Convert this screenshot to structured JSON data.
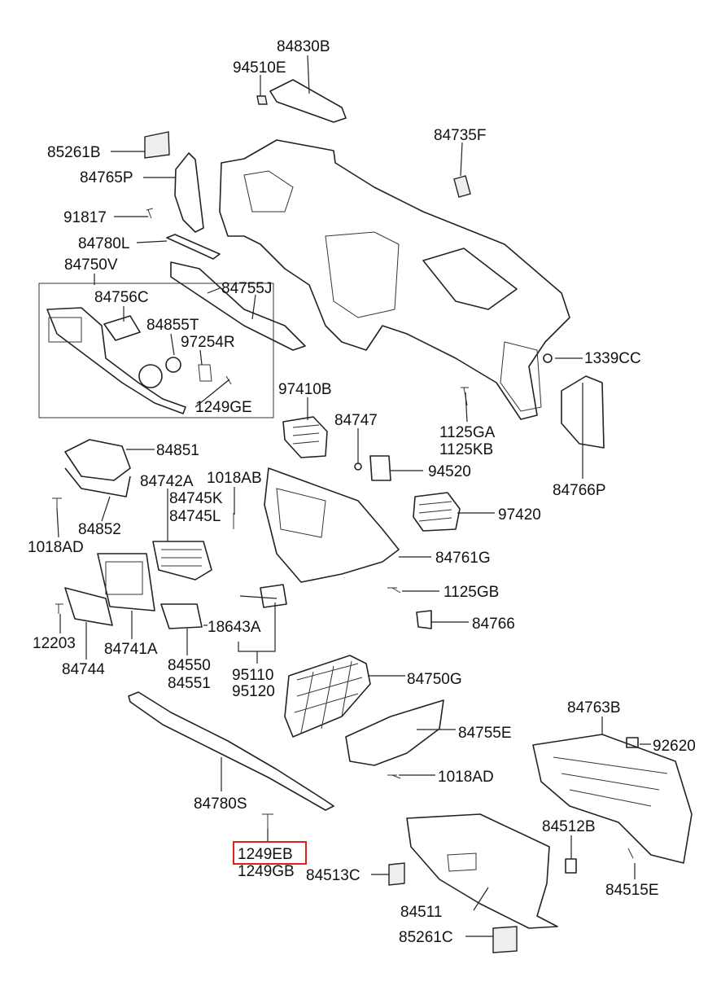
{
  "diagram": {
    "labels": {
      "p84830B": "84830B",
      "p94510E": "94510E",
      "p85261B": "85261B",
      "p84765P": "84765P",
      "p91817": "91817",
      "p84735F": "84735F",
      "p84780L": "84780L",
      "p84750V": "84750V",
      "p84756C": "84756C",
      "p84755J": "84755J",
      "p84855T": "84855T",
      "p97254R": "97254R",
      "p1249GE": "1249GE",
      "p1339CC": "1339CC",
      "p97410B": "97410B",
      "p84747": "84747",
      "p1125GA": "1125GA",
      "p1125KB": "1125KB",
      "p84766P": "84766P",
      "p84851": "84851",
      "p1018AB": "1018AB",
      "p84742A": "84742A",
      "p94520": "94520",
      "p84745K": "84745K",
      "p84745L": "84745L",
      "p97420": "97420",
      "p84852": "84852",
      "p1018AD_a": "1018AD",
      "p84761G": "84761G",
      "p1125GB": "1125GB",
      "p18643A": "18643A",
      "p84766": "84766",
      "p12203": "12203",
      "p84741A": "84741A",
      "p84744": "84744",
      "p84550": "84550",
      "p84551": "84551",
      "p95110": "95110",
      "p95120": "95120",
      "p84750G": "84750G",
      "p84763B": "84763B",
      "p84755E": "84755E",
      "p92620": "92620",
      "p1018AD_b": "1018AD",
      "p84780S": "84780S",
      "p84512B": "84512B",
      "p1249EB": "1249EB",
      "p1249GB": "1249GB",
      "p84513C": "84513C",
      "p84515E": "84515E",
      "p84511": "84511",
      "p85261C": "85261C"
    },
    "highlighted_part": "1249EB",
    "highlight_color": "#e02020"
  }
}
